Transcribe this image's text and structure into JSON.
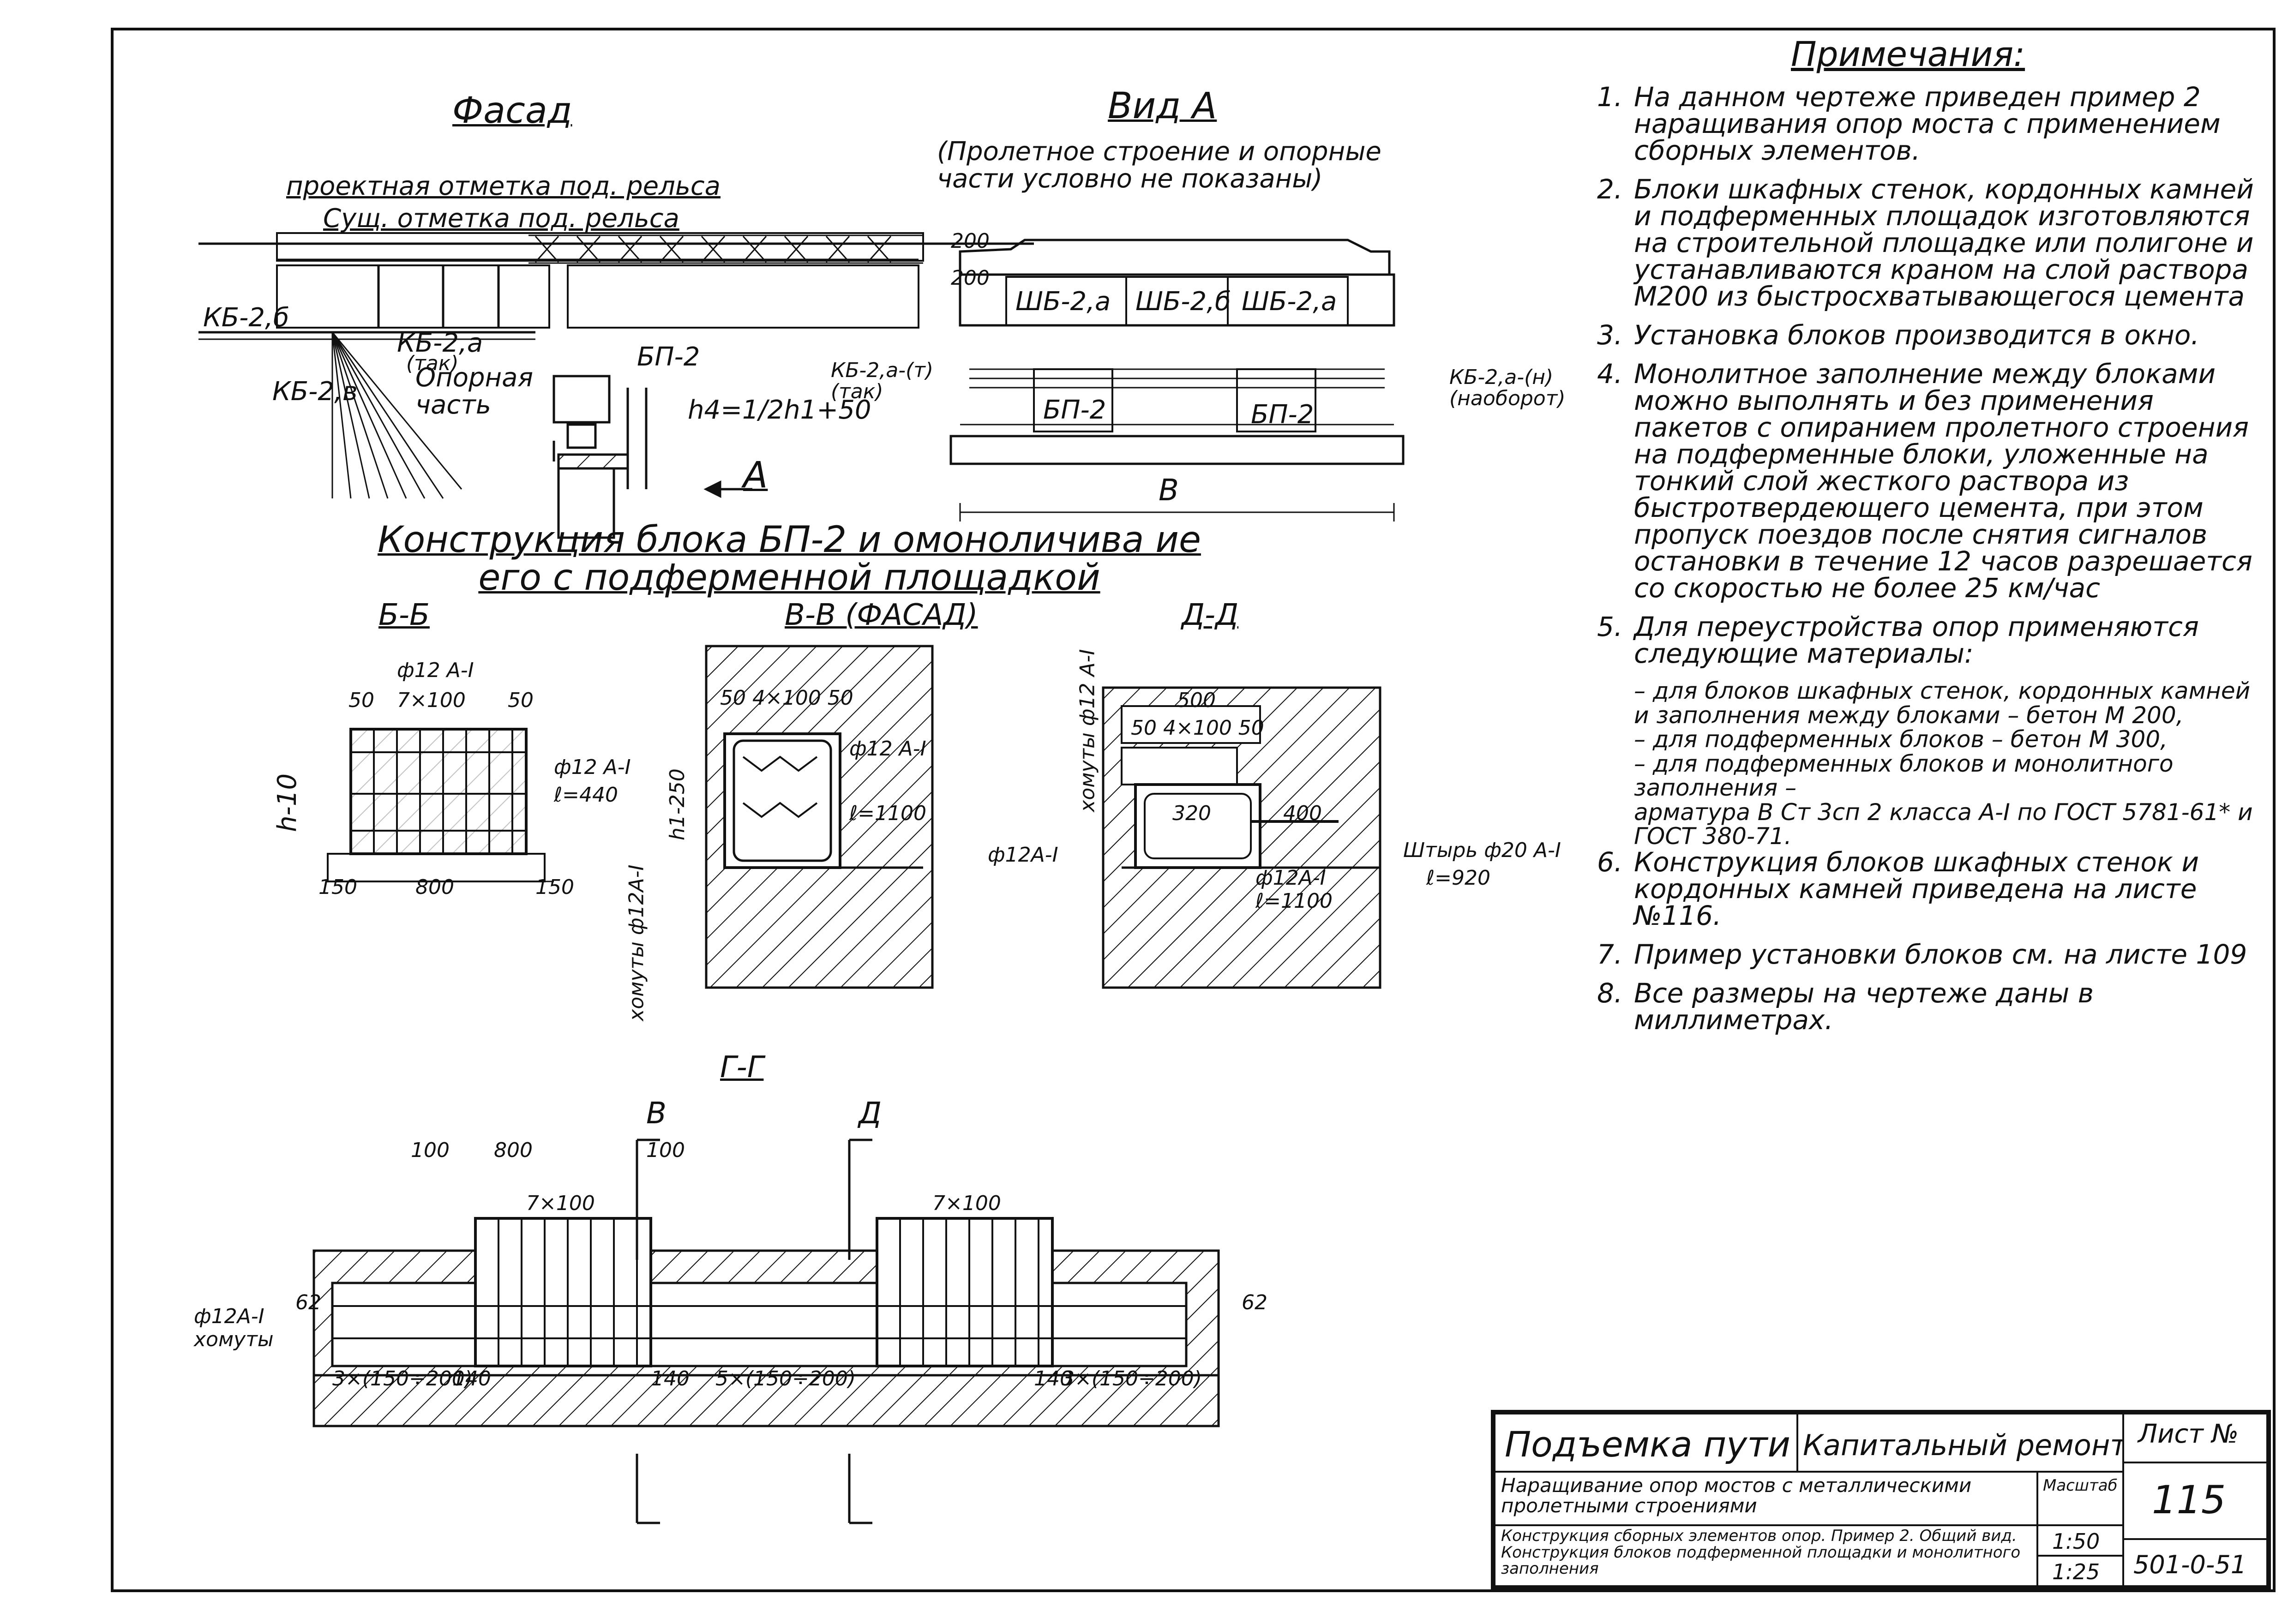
{
  "sections": {
    "facade": "Фасад",
    "view_a": "Вид А",
    "view_a_note": "(Пролетное строение и опорные части условно не показаны)",
    "construction": "Конструкция блока БП-2 и омоноличива ие его с подферменной площадкой",
    "bb": "Б-Б",
    "vv": "В-В (ФАСАД)",
    "dd": "Д-Д",
    "gg": "Г-Г"
  },
  "facade_labels": {
    "proj_mark": "проектная отметка под. рельса",
    "exist_mark": "Сущ. отметка под. рельса",
    "kb2b": "КБ-2,б",
    "kb2a": "КБ-2,а",
    "tak": "(так)",
    "kb2v": "КБ-2,в",
    "support": "Опорная часть",
    "bp2": "БП-2",
    "h4": "h4=1/2h1+50",
    "arrow_a": "А"
  },
  "view_labels": {
    "sh2a_1": "ШБ-2,а",
    "sh2b": "ШБ-2,б",
    "sh2a_2": "ШБ-2,а",
    "bp2_1": "БП-2",
    "bp2_2": "БП-2",
    "kb2a_t": "КБ-2,а-(т) (так)",
    "kb2a_n": "КБ-2,а-(н) (наоборот)",
    "b": "В",
    "dim200a": "200",
    "dim200b": "200"
  },
  "bb_labels": {
    "rebar1": "ф12 А-I",
    "d7x100": "7×100",
    "d50a": "50",
    "d50b": "50",
    "rebar3": "ф12 А-I",
    "l440": "ℓ=440",
    "h10": "h-10",
    "d150a": "150",
    "d800": "800",
    "d150b": "150",
    "homuty": "хомуты ф12А-I"
  },
  "vv_labels": {
    "d4x100": "50  4×100  50",
    "h250": "h1-250",
    "rebar2": "ф12 А-I",
    "l1100": "ℓ=1100"
  },
  "dd_labels": {
    "d500": "500",
    "d4x100": "50 4×100 50",
    "homuty": "хомуты ф12 А-I",
    "rebar5": "ф12А-I",
    "d400": "400",
    "d320": "320",
    "shtyr": "Штырь ф20 А-I",
    "l920": "ℓ=920",
    "rebar2": "ф12А-I",
    "l1100": "ℓ=1100"
  },
  "gg_labels": {
    "d100a": "100",
    "d800": "800",
    "d100b": "100",
    "d7x100a": "7×100",
    "d7x100b": "7×100",
    "r12": "ф12А-I",
    "homuty": "хомуты",
    "d3x150a": "3×(150÷200)",
    "d5x150": "5×(150÷200)",
    "d3x150b": "3×(150÷200)",
    "d140a": "140",
    "d140b": "140",
    "d140c": "140",
    "d62a": "62",
    "d62b": "62",
    "sec_v": "В",
    "sec_d": "Д"
  },
  "notes": {
    "heading": "Примечания:",
    "items": [
      {
        "num": "1.",
        "text": "На данном чертеже приведен пример 2 наращивания опор моста с применением сборных элементов."
      },
      {
        "num": "2.",
        "text": "Блоки шкафных стенок, кордонных камней и подферменных площадок изготовляются на строительной площадке или полигоне и устанавливаются краном на слой раствора М200 из быстросхватывающегося цемента"
      },
      {
        "num": "3.",
        "text": "Установка блоков производится в окно."
      },
      {
        "num": "4.",
        "text": "Монолитное заполнение между блоками можно выполнять и без применения пакетов с опиранием пролетного строения на подферменные блоки, уложенные на тонкий слой жесткого раствора из быстротвердеющего цемента, при этом пропуск поездов после снятия сигналов остановки в течение 12 часов разрешается со скоростью не более 25 км/час"
      },
      {
        "num": "5.",
        "text": "Для переустройства опор применяются следующие материалы:"
      }
    ],
    "sub": [
      "– для блоков шкафных стенок, кордонных камней и заполнения между блоками – бетон М 200,",
      "– для подферменных блоков – бетон М 300,",
      "– для подферменных блоков и монолитного заполнения –",
      "арматура В Ст 3сп 2 класса А-I по ГОСТ 5781-61* и ГОСТ 380-71."
    ],
    "items2": [
      {
        "num": "6.",
        "text": "Конструкция блоков шкафных стенок и кордонных камней приведена на листе №116."
      },
      {
        "num": "7.",
        "text": "Пример установки блоков см. на листе 109"
      },
      {
        "num": "8.",
        "text": "Все размеры на чертеже даны в миллиметрах."
      }
    ]
  },
  "stamp": {
    "title_left": "Подъемка пути",
    "title_mid": "Капитальный ремонт опор",
    "sheet_label": "Лист №",
    "sheet_no": "115",
    "row2": "Наращивание опор мостов с металлическими пролетными строениями",
    "scale_label": "Масштаб",
    "row3": "Конструкция сборных элементов опор. Пример 2. Общий вид. Конструкция блоков подферменной площадки и монолитного заполнения",
    "scale1": "1:50",
    "scale2": "1:25",
    "code": "501-0-51"
  }
}
